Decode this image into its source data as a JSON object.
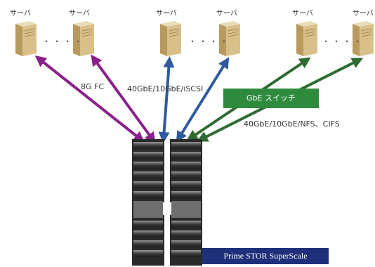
{
  "servers": [
    {
      "label": "サーバ",
      "icon": "server-icon"
    },
    {
      "label": "サーバ",
      "icon": "server-icon"
    },
    {
      "label": "サーバ",
      "icon": "server-icon"
    },
    {
      "label": "サーバ",
      "icon": "server-icon"
    },
    {
      "label": "サーバ",
      "icon": "server-icon"
    },
    {
      "label": "サーバ",
      "icon": "server-icon"
    }
  ],
  "ellipsis": [
    "・・・・",
    "・・・・",
    "・・・・"
  ],
  "connections": [
    {
      "label": "8G FC",
      "color": "#8b1f8b"
    },
    {
      "label": "40GbE/10GbE/iSCSI",
      "color": "#2f5a9e"
    },
    {
      "label": "40GbE/10GbE/NFS、CIFS",
      "color": "#2e6b32"
    }
  ],
  "switch_label": "GbE スイッチ",
  "product_label": "Prime STOR SuperScale",
  "colors": {
    "fc": "#8b1f8b",
    "iscsi": "#2f5a9e",
    "nfs": "#2e6b32",
    "switch": "#2e8b3e",
    "product": "#1f2f7a"
  }
}
